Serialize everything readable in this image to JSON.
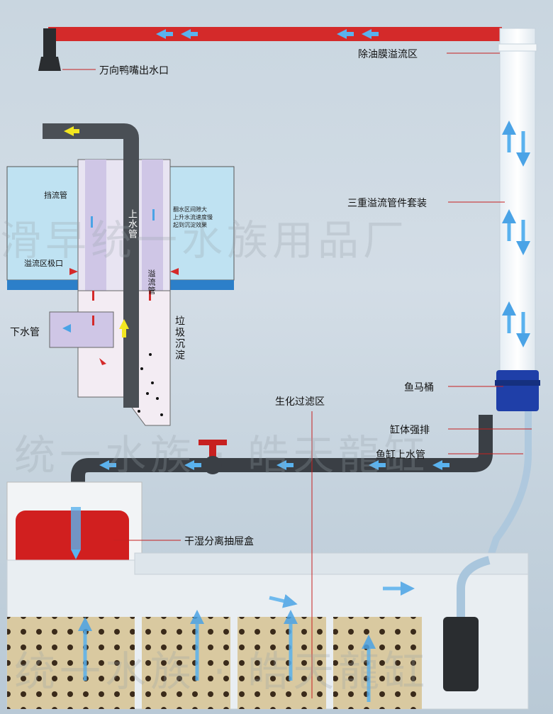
{
  "labels": {
    "duck_outlet": "万向鸭嘴出水口",
    "oil_skimmer_zone": "除油膜溢流区",
    "triple_overflow_kit": "三重溢流管件套装",
    "fish_toilet": "鱼马桶",
    "tank_drain": "缸体强排",
    "tank_inlet_pipe": "鱼缸上水管",
    "bio_filter_zone": "生化过滤区",
    "wet_dry_drawer": "干湿分离抽屉盒"
  },
  "inset": {
    "baffle_pipe": "挡流管",
    "overflow_bottom": "溢流区极口",
    "drain_pipe": "下水管",
    "riser_pipe": "上水管",
    "overflow_pipe": "溢流管",
    "debris_settle": "垃圾沉淀",
    "note_line1": "翻水区间隙大",
    "note_line2": "上升水流速度慢",
    "note_line3": "起到沉淀效果"
  },
  "watermarks": {
    "top": "滑早统一水族用品厂",
    "middle": "统一水族 · 皓天龍缸",
    "bottom": "统一水族 · 皓天龍缸"
  },
  "colors": {
    "outlet_pipe": "#d42a2a",
    "pipe_dark": "#3a3f45",
    "flow_arrow": "#4aa3e6",
    "drawer_red": "#d11f1f",
    "fish_toilet_blue": "#1f3fa8",
    "filter_sponge": "#d9c9a0",
    "valve_red": "#c72020"
  }
}
